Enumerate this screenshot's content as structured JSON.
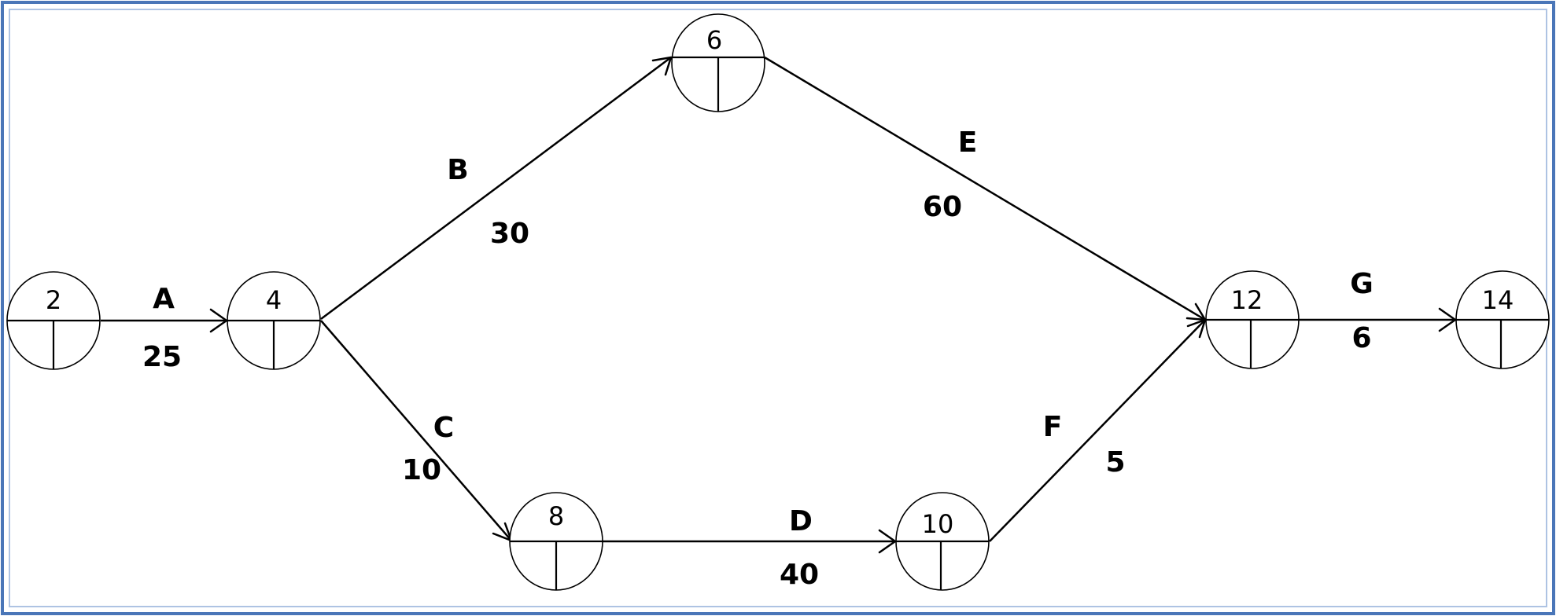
{
  "nodes": [
    {
      "id": "2",
      "label": "2"
    },
    {
      "id": "4",
      "label": "4"
    },
    {
      "id": "6",
      "label": "6"
    },
    {
      "id": "8",
      "label": "8"
    },
    {
      "id": "10",
      "label": "10"
    },
    {
      "id": "12",
      "label": "12"
    },
    {
      "id": "14",
      "label": "14"
    }
  ],
  "activities": [
    {
      "name": "A",
      "duration": "25",
      "from": "2",
      "to": "4"
    },
    {
      "name": "B",
      "duration": "30",
      "from": "4",
      "to": "6"
    },
    {
      "name": "C",
      "duration": "10",
      "from": "4",
      "to": "8"
    },
    {
      "name": "D",
      "duration": "40",
      "from": "8",
      "to": "10"
    },
    {
      "name": "E",
      "duration": "60",
      "from": "6",
      "to": "12"
    },
    {
      "name": "F",
      "duration": "5",
      "from": "10",
      "to": "12"
    },
    {
      "name": "G",
      "duration": "6",
      "from": "12",
      "to": "14"
    }
  ],
  "colors": {
    "frame": "#4a76b8",
    "line": "#000000"
  }
}
